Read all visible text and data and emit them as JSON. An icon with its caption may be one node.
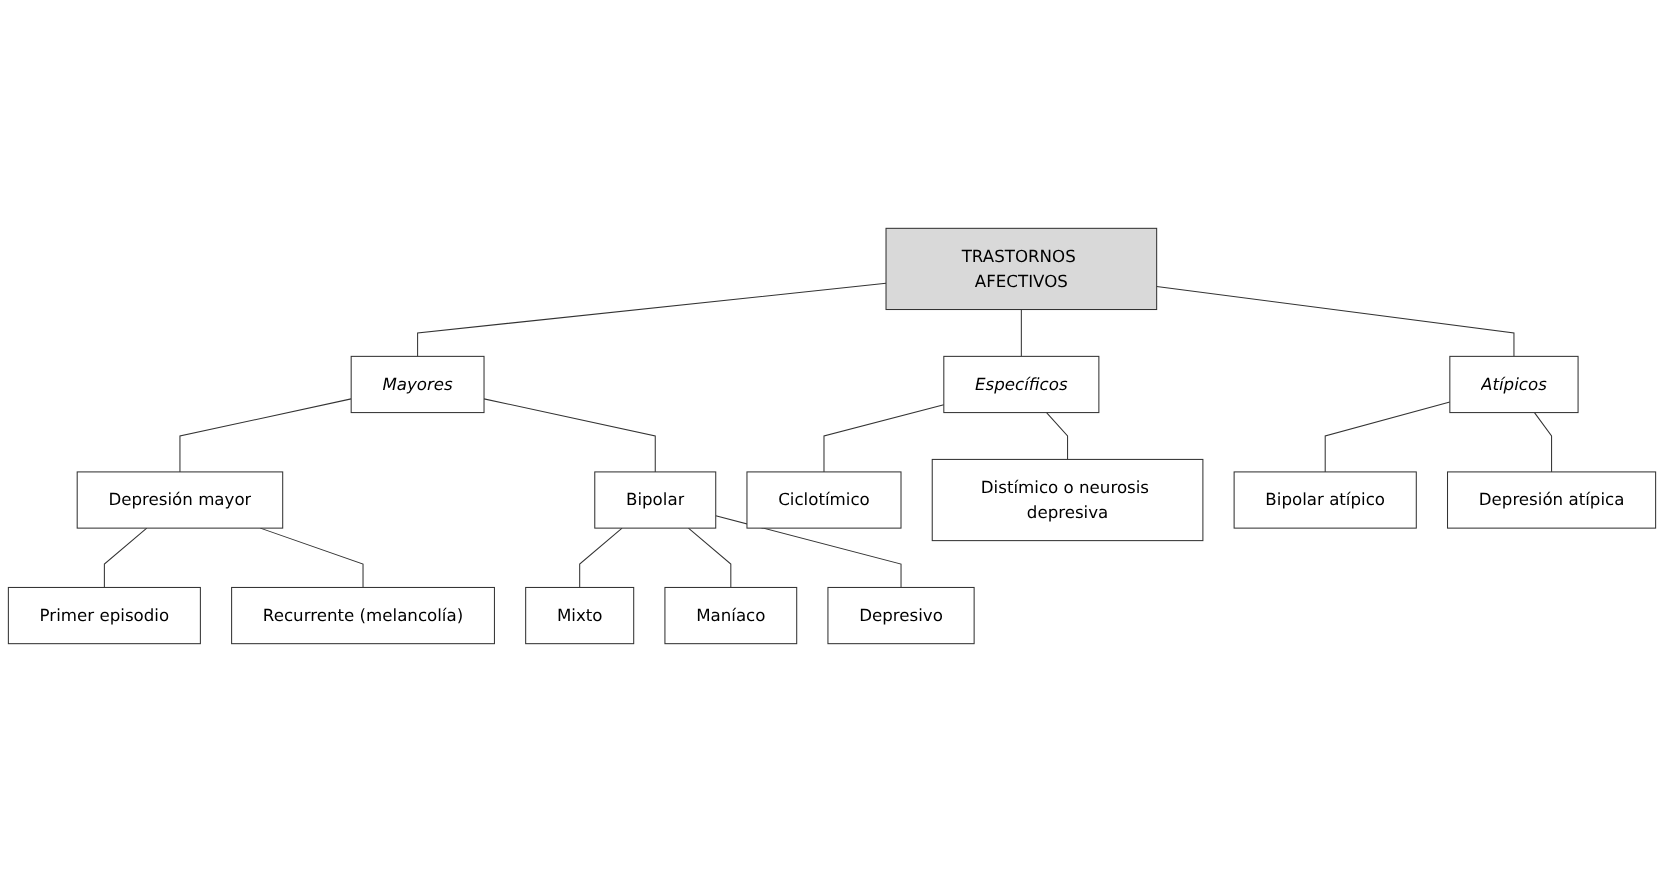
{
  "diagram": {
    "nodes": [
      {
        "text": [
          "TRASTORNOS AFECTIVOS"
        ]
      },
      {
        "text": [
          "Mayores"
        ]
      },
      {
        "text": [
          "Específicos"
        ]
      },
      {
        "text": [
          "Atípicos"
        ]
      },
      {
        "text": [
          "Depresión mayor"
        ]
      },
      {
        "text": [
          "Bipolar"
        ]
      },
      {
        "text": [
          "Ciclotímico"
        ]
      },
      {
        "text": [
          "Distímico o neurosis depresiva"
        ]
      },
      {
        "text": [
          "Bipolar atípico"
        ]
      },
      {
        "text": [
          "Depresión atípica"
        ]
      },
      {
        "text": [
          "Primer episodio"
        ]
      },
      {
        "text": [
          "Recurrente (melancolía)"
        ]
      },
      {
        "text": [
          "Mixto"
        ]
      },
      {
        "text": [
          "Maníaco"
        ]
      },
      {
        "text": [
          "Depresivo"
        ]
      }
    ],
    "edges": [
      {
        "from": 0,
        "to": 1,
        "arrow": "none"
      },
      {
        "from": 0,
        "to": 2,
        "arrow": "none"
      },
      {
        "from": 0,
        "to": 3,
        "arrow": "none"
      },
      {
        "from": 1,
        "to": 4,
        "arrow": "none"
      },
      {
        "from": 1,
        "to": 5,
        "arrow": "none"
      },
      {
        "from": 2,
        "to": 6,
        "arrow": "none"
      },
      {
        "from": 2,
        "to": 7,
        "arrow": "none"
      },
      {
        "from": 3,
        "to": 8,
        "arrow": "none"
      },
      {
        "from": 3,
        "to": 9,
        "arrow": "none"
      },
      {
        "from": 4,
        "to": 10,
        "arrow": "none"
      },
      {
        "from": 4,
        "to": 11,
        "arrow": "none"
      },
      {
        "from": 5,
        "to": 12,
        "arrow": "none"
      },
      {
        "from": 5,
        "to": 13,
        "arrow": "none"
      },
      {
        "from": 5,
        "to": 14,
        "arrow": "none"
      }
    ]
  }
}
